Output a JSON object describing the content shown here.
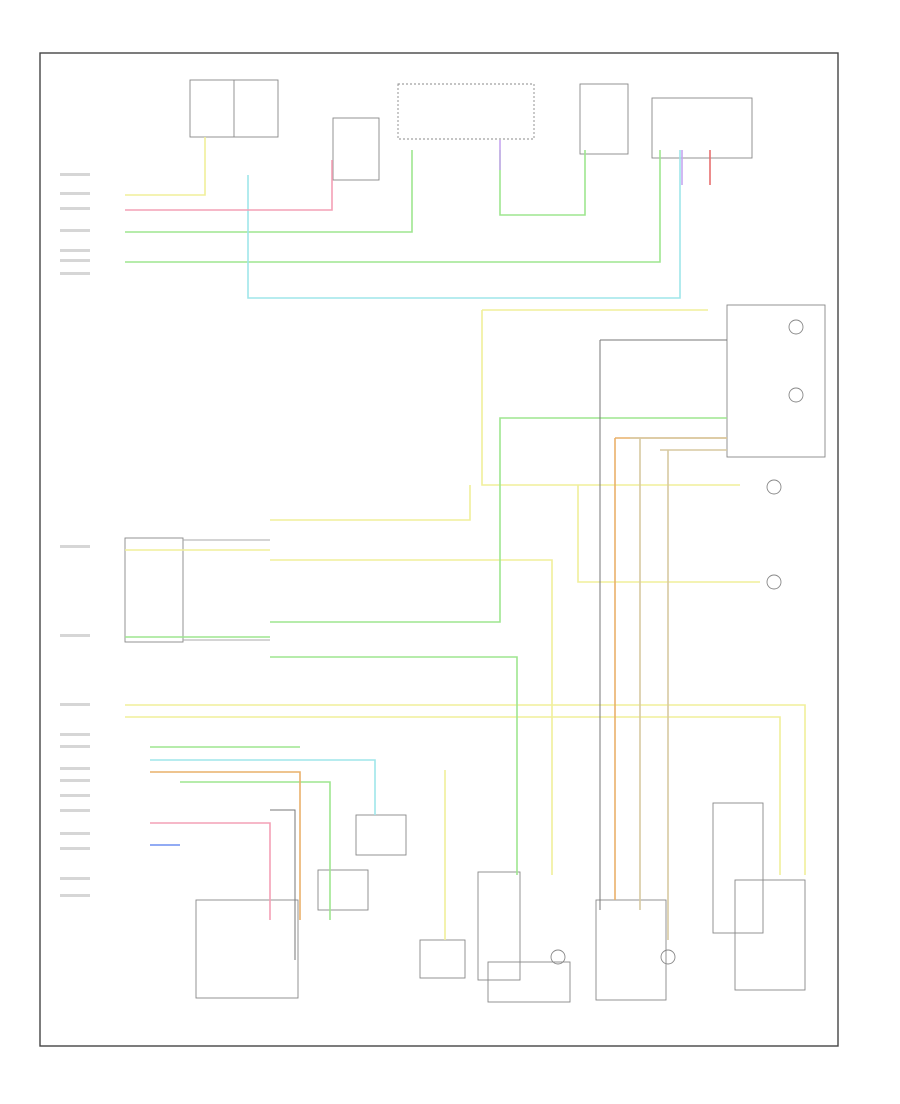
{
  "diagram": {
    "title": "",
    "corner_tag": "",
    "wire_colors": {
      "yellow": "#f0ef9a",
      "green": "#9ee68f",
      "cyan": "#9fe6ea",
      "pink": "#f4a0b5",
      "purple": "#c7a7f0",
      "blue": "#6f8ff0",
      "red": "#e86f6f",
      "orange": "#e9b06a",
      "tan": "#d7c9a1",
      "black": "#777777",
      "gray": "#aaaaaa"
    }
  },
  "components": [
    {
      "id": "fuse-block-left",
      "label": ""
    },
    {
      "id": "fuse-block-mid",
      "label": ""
    },
    {
      "id": "combination-switch",
      "label": ""
    },
    {
      "id": "hazard-switch",
      "label": ""
    },
    {
      "id": "key-switch",
      "label": ""
    },
    {
      "id": "smart-entry-module",
      "label": ""
    },
    {
      "id": "body-control-module",
      "label": ""
    },
    {
      "id": "door-lock-actuator-driver",
      "label": ""
    },
    {
      "id": "front-door-switch-left",
      "label": ""
    },
    {
      "id": "front-door-switch-right",
      "label": ""
    },
    {
      "id": "rear-door-switch-left",
      "label": ""
    },
    {
      "id": "rear-door-switch-right",
      "label": ""
    },
    {
      "id": "trunk-room-lamp",
      "label": ""
    },
    {
      "id": "back-door-switch",
      "label": ""
    },
    {
      "id": "map-lamp",
      "label": ""
    },
    {
      "id": "vanity-mirror-lamp",
      "label": ""
    }
  ]
}
